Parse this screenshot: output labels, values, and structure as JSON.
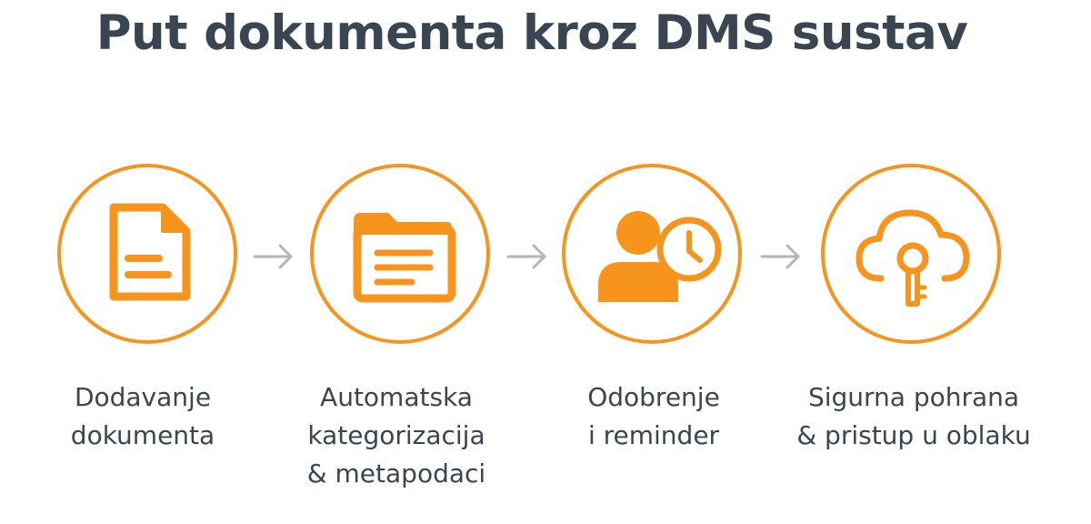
{
  "title": "Put dokumenta kroz DMS sustav",
  "colors": {
    "accent": "#f7941d",
    "text": "#3a4552",
    "arrow": "#b5b5b5"
  },
  "steps": [
    {
      "icon": "document-icon",
      "lines": [
        "Dodavanje",
        "dokumenta"
      ]
    },
    {
      "icon": "folder-icon",
      "lines": [
        "Automatska",
        "kategorizacija",
        "& metapodaci"
      ]
    },
    {
      "icon": "user-clock-icon",
      "lines": [
        "Odobrenje",
        "i reminder"
      ]
    },
    {
      "icon": "cloud-key-icon",
      "lines": [
        "Sigurna pohrana",
        "& pristup u oblaku"
      ]
    }
  ]
}
